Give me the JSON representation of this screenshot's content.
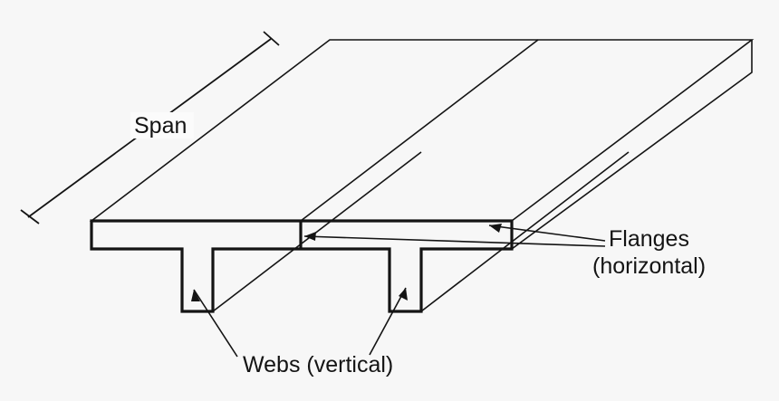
{
  "diagram": {
    "title": "T-beam bridge deck isometric diagram",
    "background_color": "#f7f7f7",
    "line_color": "#141414",
    "labels": {
      "span": "Span",
      "flanges_line1": "Flanges",
      "flanges_line2": "(horizontal)",
      "webs": "Webs (vertical)"
    },
    "annotations": {
      "span_dimension_start": "31,240",
      "span_dimension_end": "299,43",
      "flange_leader_targets": "2",
      "web_leader_targets": "2"
    },
    "geometry": {
      "slab_top_back_left": "364,44",
      "slab_top_back_right": "830,44",
      "slab_right_lower": "830,80",
      "flange_front_top_left": "101,244",
      "flange_front_bottom_left": "101,275",
      "flange_front_right": "565,244",
      "web_one_left": "201",
      "web_one_right": "235",
      "web_two_left": "430",
      "web_two_right": "465",
      "web_bottom": "344",
      "flange_mid_divider_x": "332"
    }
  }
}
